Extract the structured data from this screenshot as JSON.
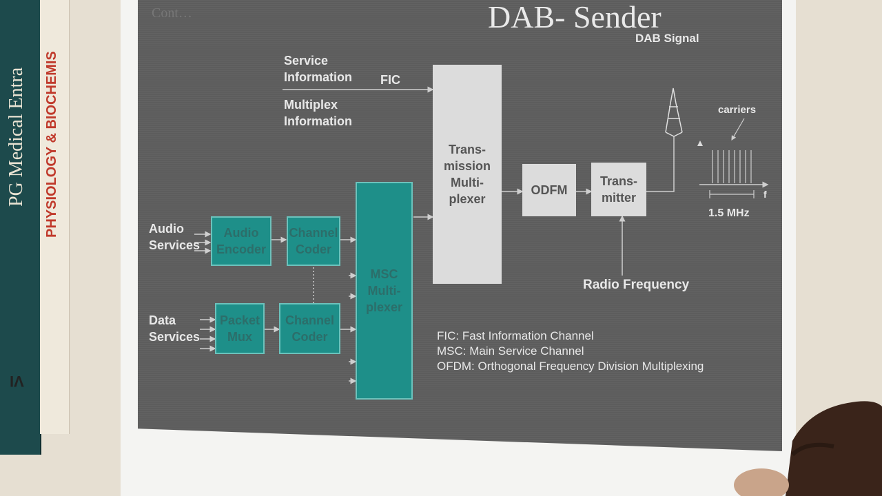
{
  "books": {
    "spine1": "PG Medical Entra",
    "spine2": "PHYSIOLOGY & BIOCHEMIS",
    "mark": "VI"
  },
  "slide": {
    "corner": "Cont…",
    "title": "DAB- Sender",
    "dab_signal": "DAB Signal",
    "service_info": "Service Information",
    "fic_label": "FIC",
    "multiplex_info": "Multiplex Information",
    "audio_services": "Audio Services",
    "data_services": "Data Services",
    "audio_encoder": "Audio Encoder",
    "channel_coder_1": "Channel Coder",
    "packet_mux": "Packet Mux",
    "channel_coder_2": "Channel Coder",
    "msc_mux": "MSC Multi- plexer",
    "transmission_mux": "Trans- mission Multi- plexer",
    "odfm": "ODFM",
    "transmitter": "Trans- mitter",
    "radio_frequency": "Radio Frequency",
    "carriers": "carriers",
    "bandwidth": "1.5 MHz",
    "axis_f": "f",
    "legend": [
      "FIC: Fast Information Channel",
      "MSC: Main Service Channel",
      "OFDM: Orthogonal Frequency Division Multiplexing"
    ]
  },
  "colors": {
    "slide_bg": "#5d5d5d",
    "teal": "#1e8f89",
    "grey_box": "#dcdcdc"
  }
}
